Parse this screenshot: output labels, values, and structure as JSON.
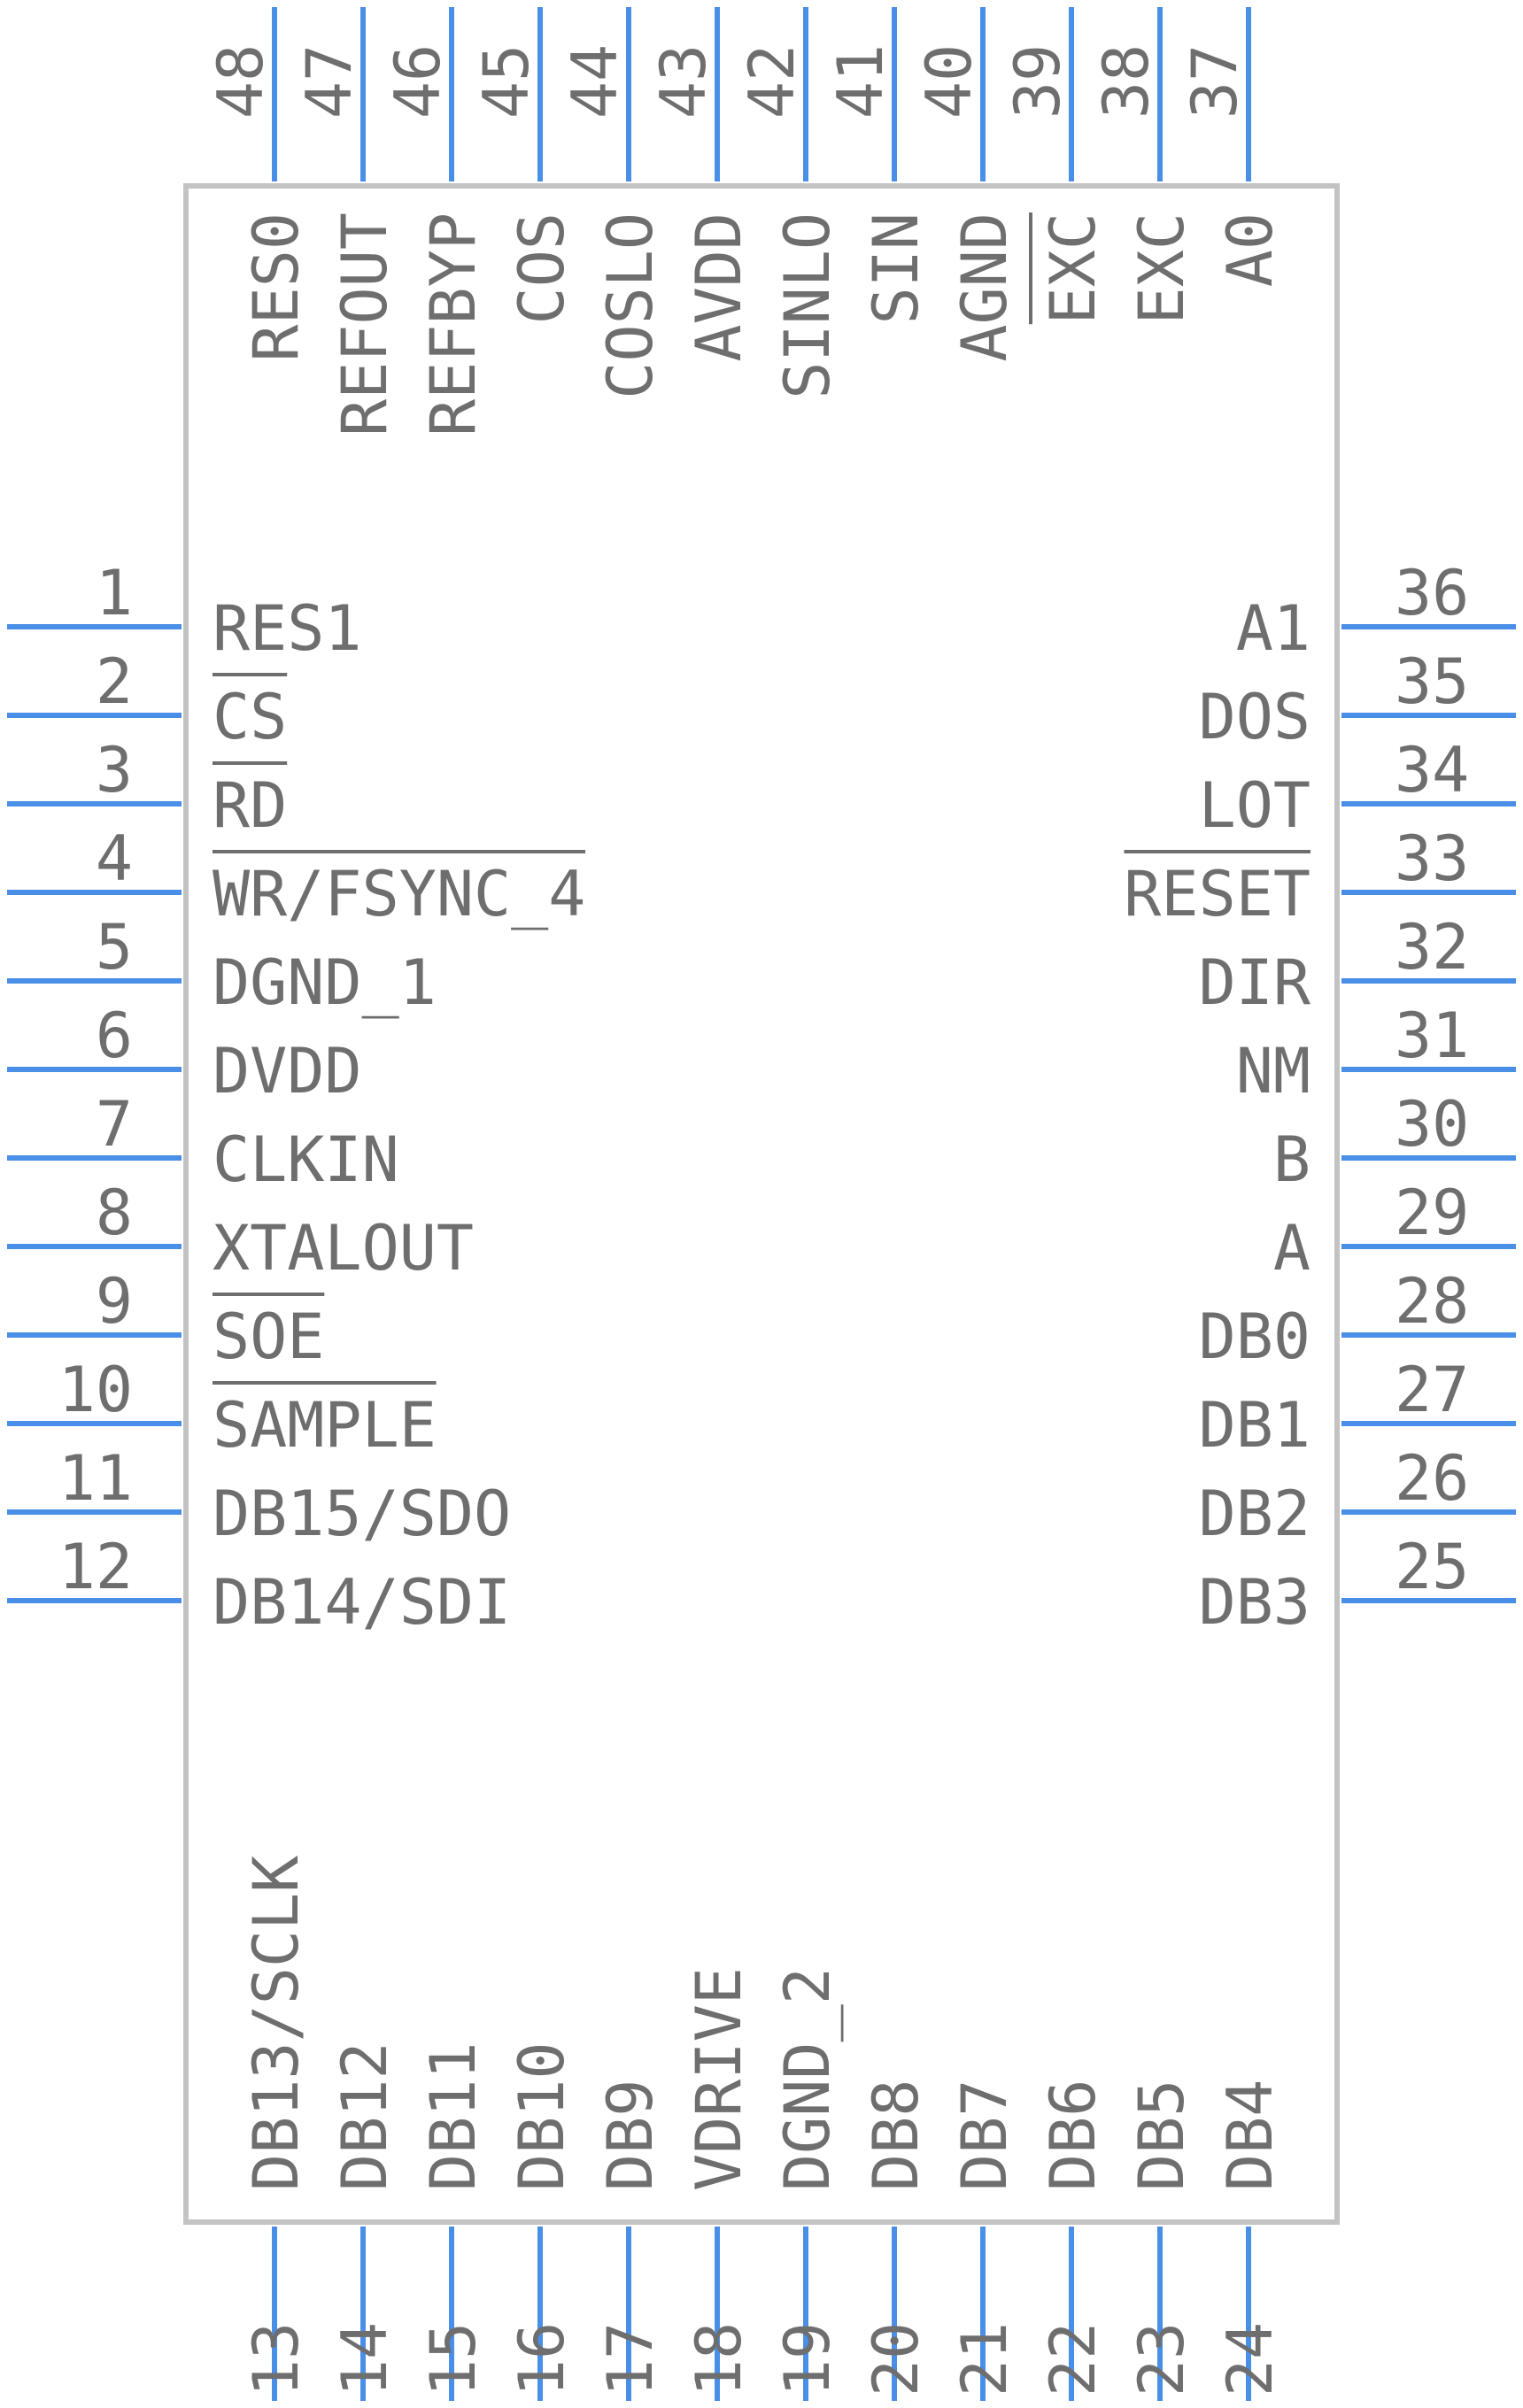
{
  "colors": {
    "pin": "#4a8fe7",
    "body": "#c3c3c3",
    "text": "#6e6e6e"
  },
  "pins": {
    "left": [
      {
        "num": "1",
        "label": "RES1"
      },
      {
        "num": "2",
        "label": "CS",
        "bar": true
      },
      {
        "num": "3",
        "label": "RD",
        "bar": true
      },
      {
        "num": "4",
        "label": "WR/FSYNC_4",
        "bar": true
      },
      {
        "num": "5",
        "label": "DGND_1"
      },
      {
        "num": "6",
        "label": "DVDD"
      },
      {
        "num": "7",
        "label": "CLKIN"
      },
      {
        "num": "8",
        "label": "XTALOUT"
      },
      {
        "num": "9",
        "label": "SOE",
        "bar": true
      },
      {
        "num": "10",
        "label": "SAMPLE",
        "bar": true
      },
      {
        "num": "11",
        "label": "DB15/SDO"
      },
      {
        "num": "12",
        "label": "DB14/SDI"
      }
    ],
    "bottom": [
      {
        "num": "13",
        "label": "DB13/SCLK"
      },
      {
        "num": "14",
        "label": "DB12"
      },
      {
        "num": "15",
        "label": "DB11"
      },
      {
        "num": "16",
        "label": "DB10"
      },
      {
        "num": "17",
        "label": "DB9"
      },
      {
        "num": "18",
        "label": "VDRIVE"
      },
      {
        "num": "19",
        "label": "DGND_2"
      },
      {
        "num": "20",
        "label": "DB8"
      },
      {
        "num": "21",
        "label": "DB7"
      },
      {
        "num": "22",
        "label": "DB6"
      },
      {
        "num": "23",
        "label": "DB5"
      },
      {
        "num": "24",
        "label": "DB4"
      }
    ],
    "right": [
      {
        "num": "25",
        "label": "DB3"
      },
      {
        "num": "26",
        "label": "DB2"
      },
      {
        "num": "27",
        "label": "DB1"
      },
      {
        "num": "28",
        "label": "DB0"
      },
      {
        "num": "29",
        "label": "A"
      },
      {
        "num": "30",
        "label": "B"
      },
      {
        "num": "31",
        "label": "NM"
      },
      {
        "num": "32",
        "label": "DIR"
      },
      {
        "num": "33",
        "label": "RESET",
        "bar": true
      },
      {
        "num": "34",
        "label": "LOT"
      },
      {
        "num": "35",
        "label": "DOS"
      },
      {
        "num": "36",
        "label": "A1"
      }
    ],
    "top": [
      {
        "num": "37",
        "label": "A0"
      },
      {
        "num": "38",
        "label": "EXC"
      },
      {
        "num": "39",
        "label": "EXC",
        "bar": true
      },
      {
        "num": "40",
        "label": "AGND"
      },
      {
        "num": "41",
        "label": "SIN"
      },
      {
        "num": "42",
        "label": "SINLO"
      },
      {
        "num": "43",
        "label": "AVDD"
      },
      {
        "num": "44",
        "label": "COSLO"
      },
      {
        "num": "45",
        "label": "COS"
      },
      {
        "num": "46",
        "label": "REFBYP"
      },
      {
        "num": "47",
        "label": "REFOUT"
      },
      {
        "num": "48",
        "label": "RES0"
      }
    ]
  }
}
